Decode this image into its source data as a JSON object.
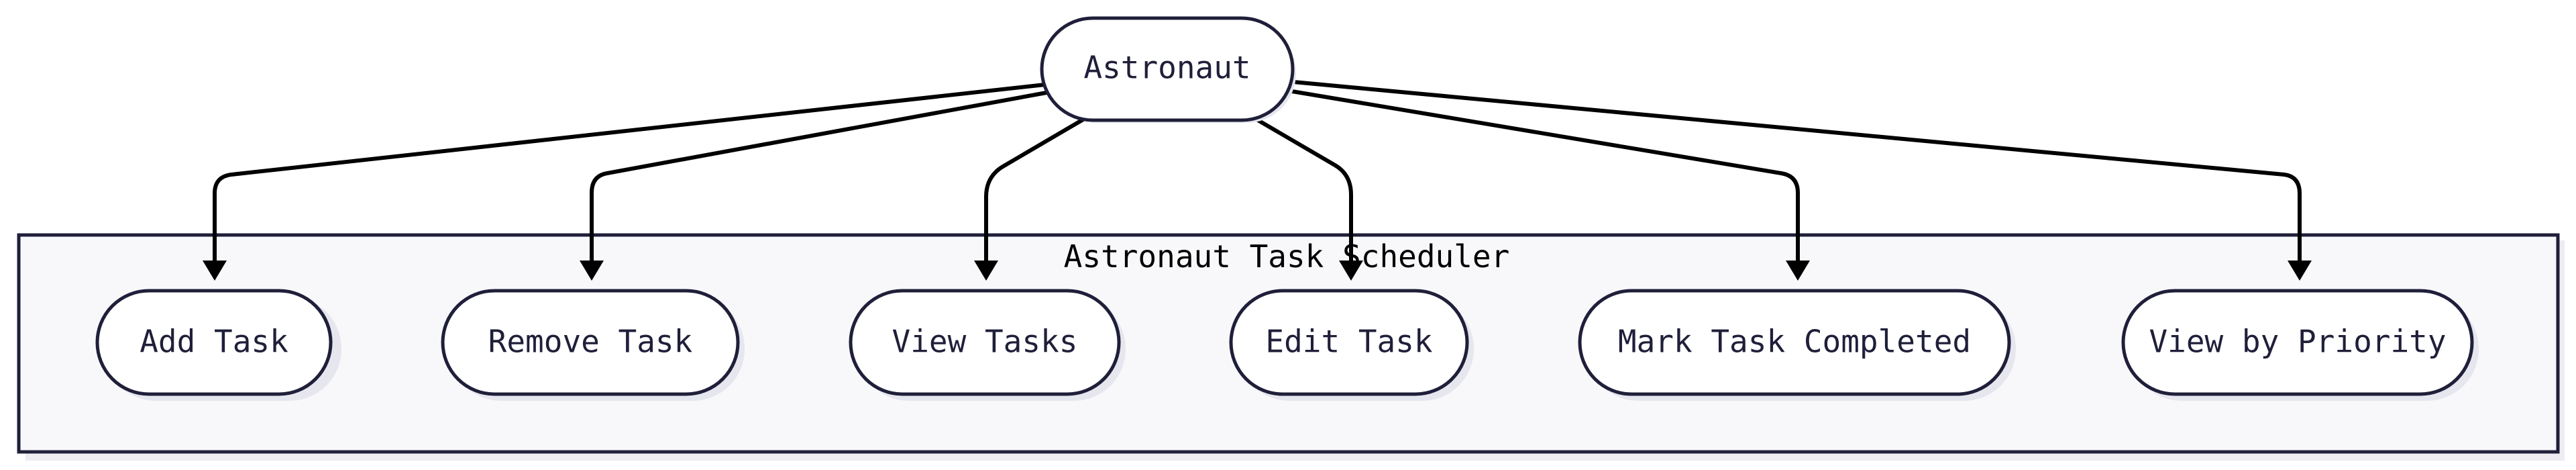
{
  "diagram": {
    "type": "use-case",
    "actor": {
      "label": "Astronaut"
    },
    "system": {
      "title": "Astronaut Task Scheduler",
      "use_cases": [
        {
          "id": "add-task",
          "label": "Add Task"
        },
        {
          "id": "remove-task",
          "label": "Remove Task"
        },
        {
          "id": "view-tasks",
          "label": "View Tasks"
        },
        {
          "id": "edit-task",
          "label": "Edit Task"
        },
        {
          "id": "mark-task-completed",
          "label": "Mark Task Completed"
        },
        {
          "id": "view-by-priority",
          "label": "View by Priority"
        }
      ]
    },
    "edges": [
      {
        "from": "actor",
        "to": "add-task"
      },
      {
        "from": "actor",
        "to": "remove-task"
      },
      {
        "from": "actor",
        "to": "view-tasks"
      },
      {
        "from": "actor",
        "to": "edit-task"
      },
      {
        "from": "actor",
        "to": "mark-task-completed"
      },
      {
        "from": "actor",
        "to": "view-by-priority"
      }
    ],
    "colors": {
      "node_stroke": "#1f1f3a",
      "node_fill": "#ffffff",
      "cluster_fill": "#f8f8fb",
      "edge": "#000000"
    }
  }
}
